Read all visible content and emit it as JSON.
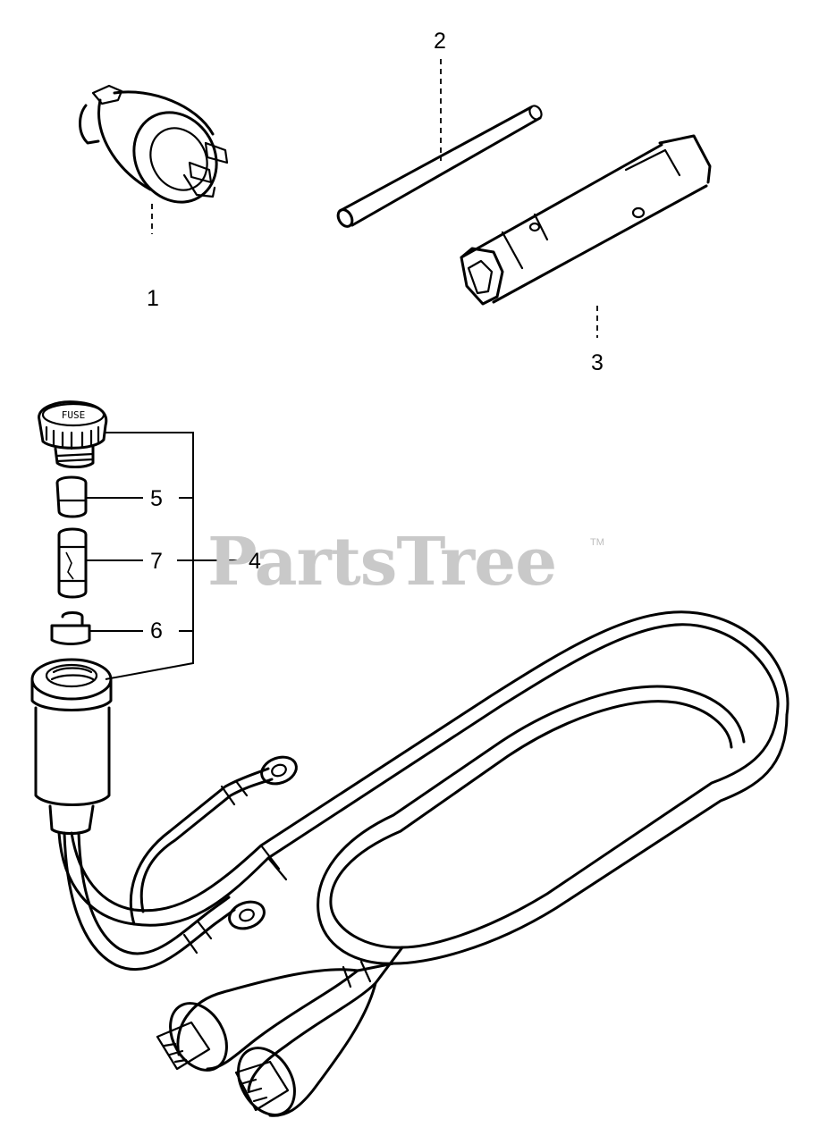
{
  "labels": {
    "p1": "1",
    "p2": "2",
    "p3": "3",
    "p4": "4",
    "p5": "5",
    "p6": "6",
    "p7": "7"
  },
  "cap_text": "FUSE",
  "watermark": {
    "text": "PartsTree",
    "mark": "TM",
    "color": "#c9c9c9"
  },
  "colors": {
    "line": "#000000",
    "background": "#ffffff"
  }
}
